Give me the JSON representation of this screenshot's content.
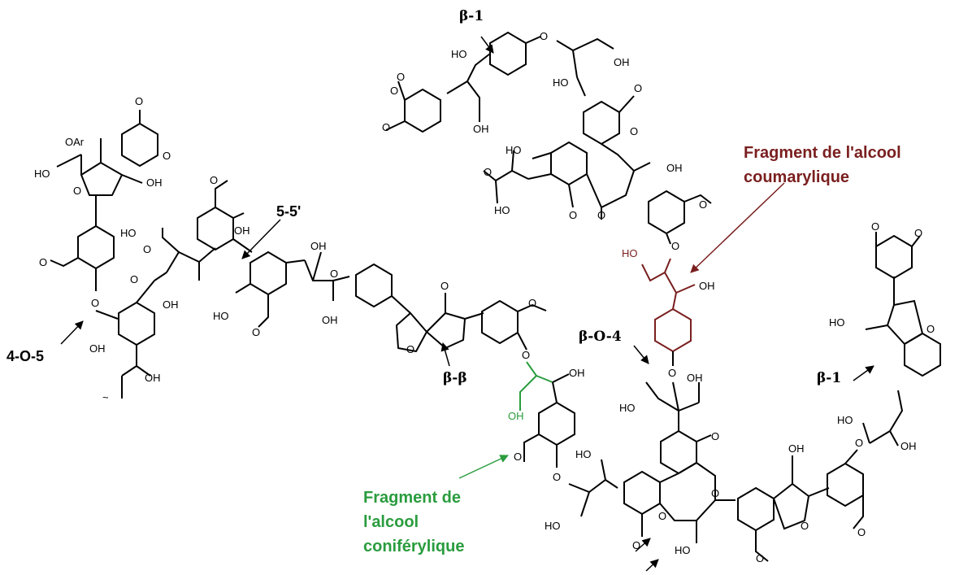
{
  "fragments": {
    "coniferyl": "Fragment de\nl'alcool\nconiférylique",
    "coumaryl": "Fragment de l'alcool\ncoumarylique"
  },
  "linkages": {
    "b1_top": "β-1",
    "b5_5": "5-5'",
    "b_o4": "β-O-4",
    "b_b": "β-β",
    "o5": "4-O-5",
    "b1_right": "β-1"
  },
  "groups": {
    "oh": "OH",
    "ho": "HO",
    "oar": "OAr",
    "o": "O",
    "ome": "O",
    "wavy": "~"
  },
  "colors": {
    "coniferyl": "#2a9c3e",
    "coumaryl": "#7a1f1f",
    "structure": "#000000"
  }
}
